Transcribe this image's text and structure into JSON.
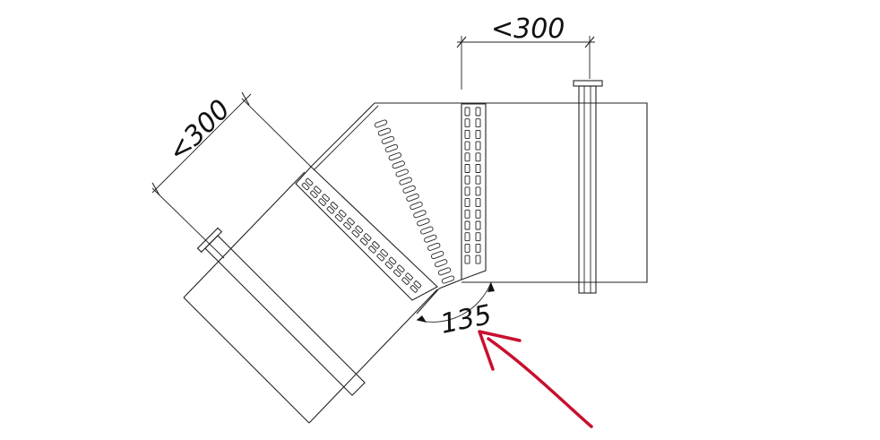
{
  "drawing": {
    "dimension_top": "<300",
    "dimension_left": "<300",
    "angle_label": "135",
    "slot_count_diagonal": 20,
    "slot_rows_vertical": 14,
    "colors": {
      "line": "#222222",
      "arrow": "#c8102e",
      "background": "#ffffff"
    }
  }
}
